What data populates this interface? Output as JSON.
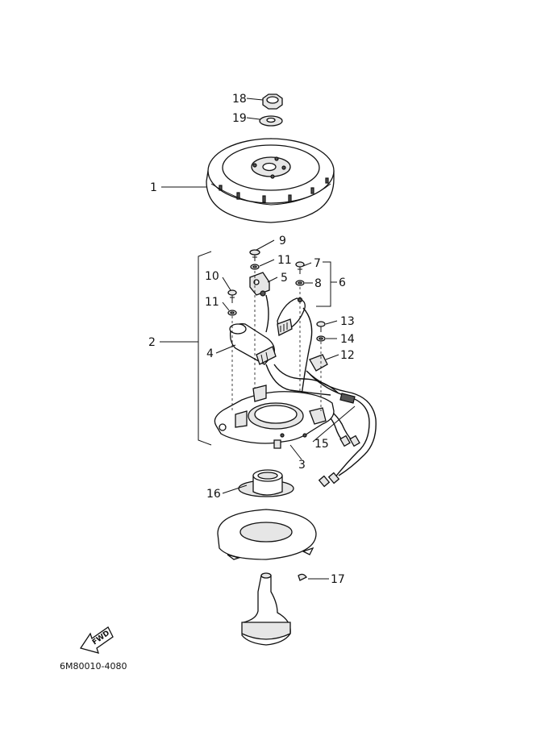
{
  "diagram": {
    "code": "6M80010-4080",
    "fwd_text": "FWD",
    "callouts": {
      "p1": "1",
      "p2": "2",
      "p3": "3",
      "p4": "4",
      "p5": "5",
      "p6": "6",
      "p7": "7",
      "p8": "8",
      "p9": "9",
      "p10": "10",
      "p11a": "11",
      "p11b": "11",
      "p12": "12",
      "p13": "13",
      "p14": "14",
      "p15": "15",
      "p16": "16",
      "p17": "17",
      "p18": "18",
      "p19": "19"
    }
  }
}
